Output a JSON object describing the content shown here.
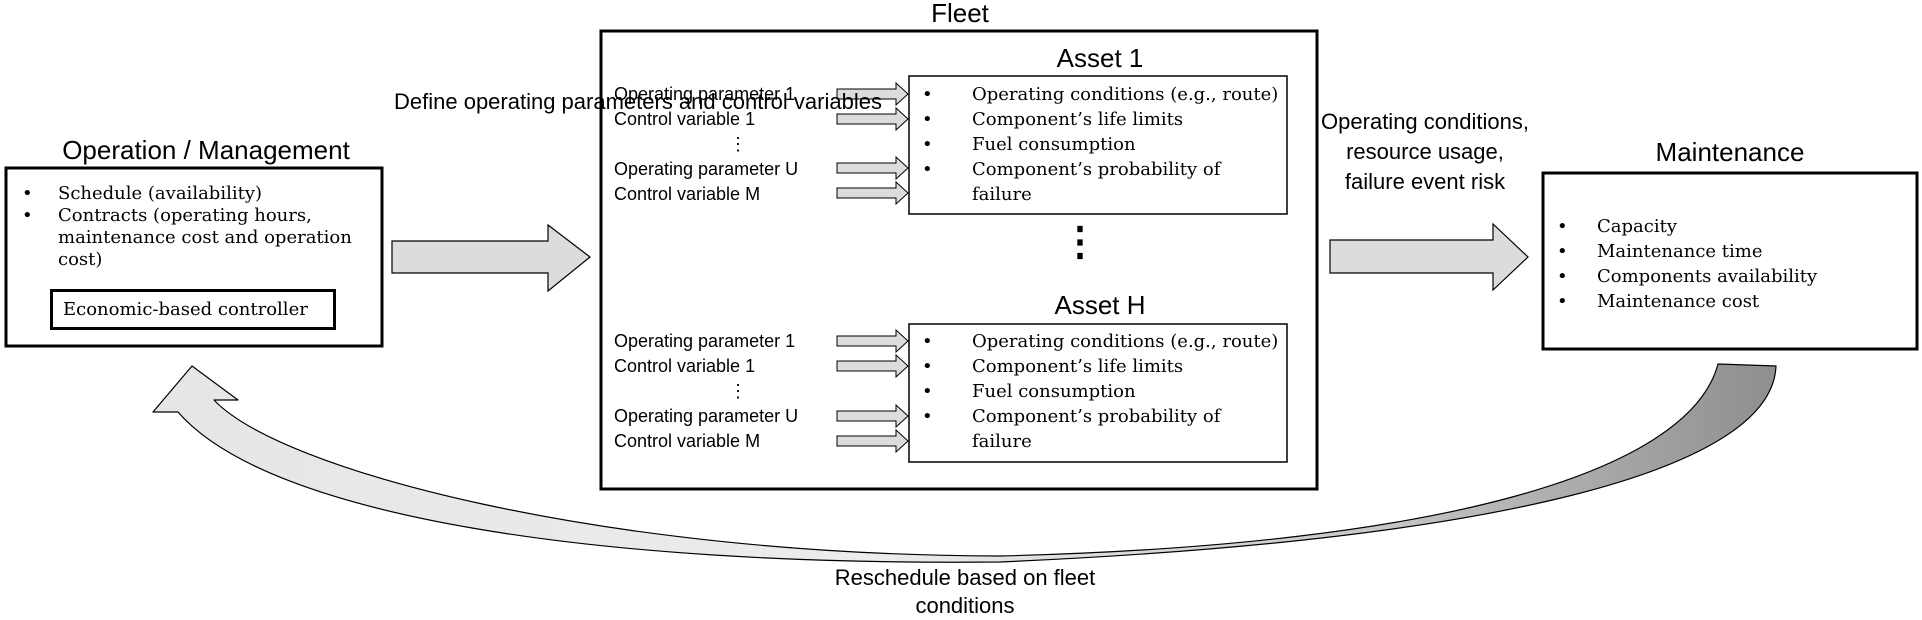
{
  "operation": {
    "title": "Operation / Management",
    "items": [
      "Schedule (availability)",
      "Contracts (operating hours, maintenance cost and operation cost)"
    ],
    "controller": "Economic-based controller"
  },
  "arrow_left_label": "Define operating parameters and control variables",
  "fleet": {
    "title": "Fleet",
    "asset_1": {
      "title": "Asset 1",
      "params": [
        "Operating parameter 1",
        "Control variable 1",
        "⋮",
        "Operating parameter U",
        "Control variable M"
      ],
      "outputs": [
        "Operating conditions (e.g., route)",
        "Component’s life limits",
        "Fuel consumption",
        "Component’s probability of failure"
      ]
    },
    "ellipsis": "⋮",
    "asset_h": {
      "title": "Asset H",
      "params": [
        "Operating parameter 1",
        "Control variable 1",
        "⋮",
        "Operating parameter U",
        "Control variable M"
      ],
      "outputs": [
        "Operating conditions (e.g., route)",
        "Component’s life limits",
        "Fuel consumption",
        "Component’s probability of failure"
      ]
    }
  },
  "arrow_right_label": "Operating conditions, resource usage, failure event risk",
  "maintenance": {
    "title": "Maintenance",
    "items": [
      "Capacity",
      "Maintenance time",
      "Components availability",
      "Maintenance cost"
    ]
  },
  "feedback_label": "Reschedule based on fleet conditions",
  "bullet_glyph": "•",
  "colors": {
    "arrow_fill": "#dcdcdc",
    "arrow_dark": "#999999",
    "stroke": "#000000"
  }
}
